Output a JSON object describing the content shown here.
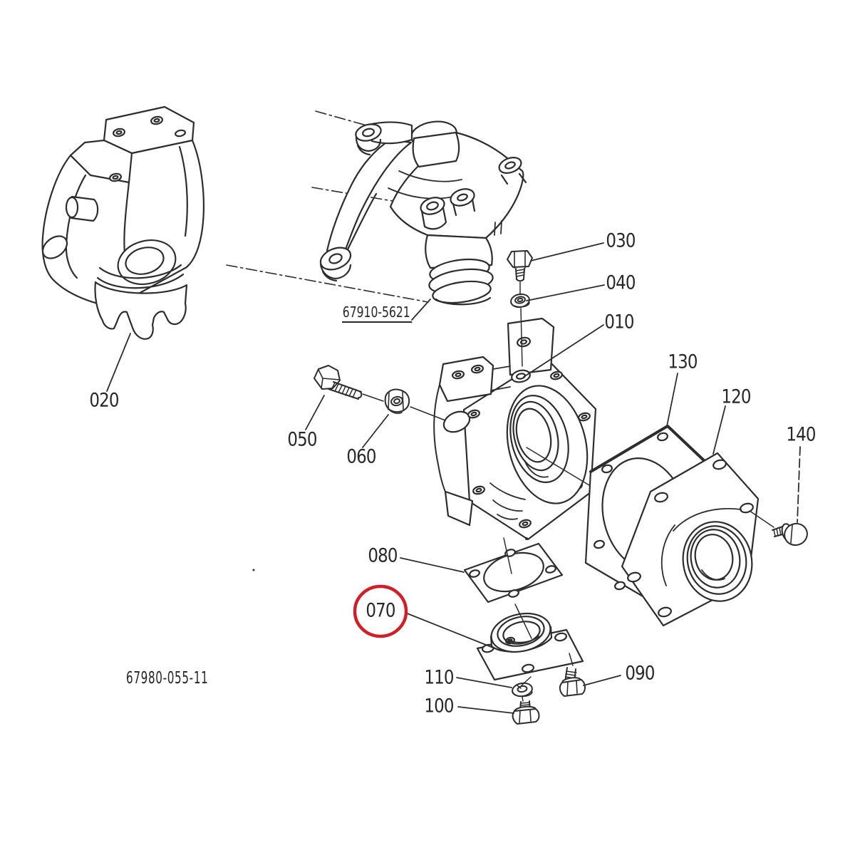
{
  "diagram": {
    "type": "exploded-parts-diagram",
    "drawing_number": "67980-055-11",
    "reference_part_number": "67910-5621",
    "highlighted_callout": "070",
    "colors": {
      "line": "#2d2d2d",
      "background": "#ffffff",
      "highlight_ring": "#d01f26"
    },
    "callouts": {
      "c010": "010",
      "c020": "020",
      "c030": "030",
      "c040": "040",
      "c050": "050",
      "c060": "060",
      "c070": "070",
      "c080": "080",
      "c090": "090",
      "c100": "100",
      "c110": "110",
      "c120": "120",
      "c130": "130",
      "c140": "140"
    }
  }
}
